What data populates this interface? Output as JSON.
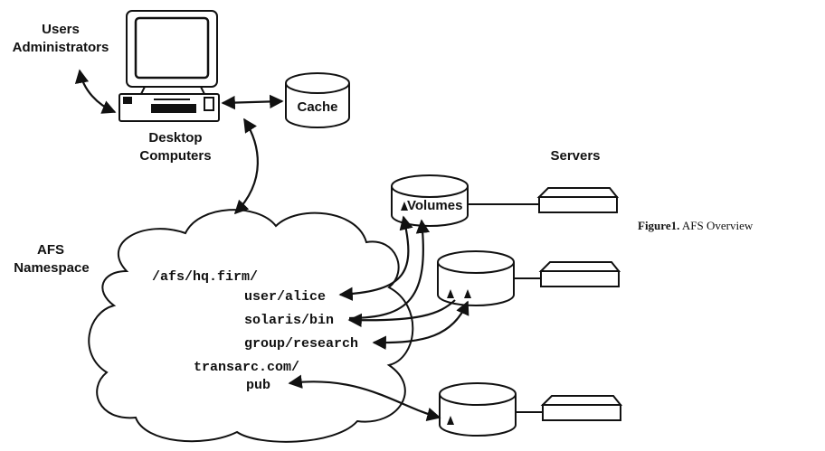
{
  "labels": {
    "users": "Users",
    "administrators": "Administrators",
    "cache": "Cache",
    "desktop": "Desktop",
    "computers": "Computers",
    "servers": "Servers",
    "afs": "AFS",
    "namespace": "Namespace",
    "volumes": "Volumes"
  },
  "paths": {
    "root": "/afs/hq.firm/",
    "user": "user/alice",
    "solaris": "solaris/bin",
    "group": "group/research",
    "transarc": "transarc.com/",
    "pub": "pub"
  },
  "caption": {
    "figure": "Figure1.",
    "title": "AFS Overview"
  }
}
